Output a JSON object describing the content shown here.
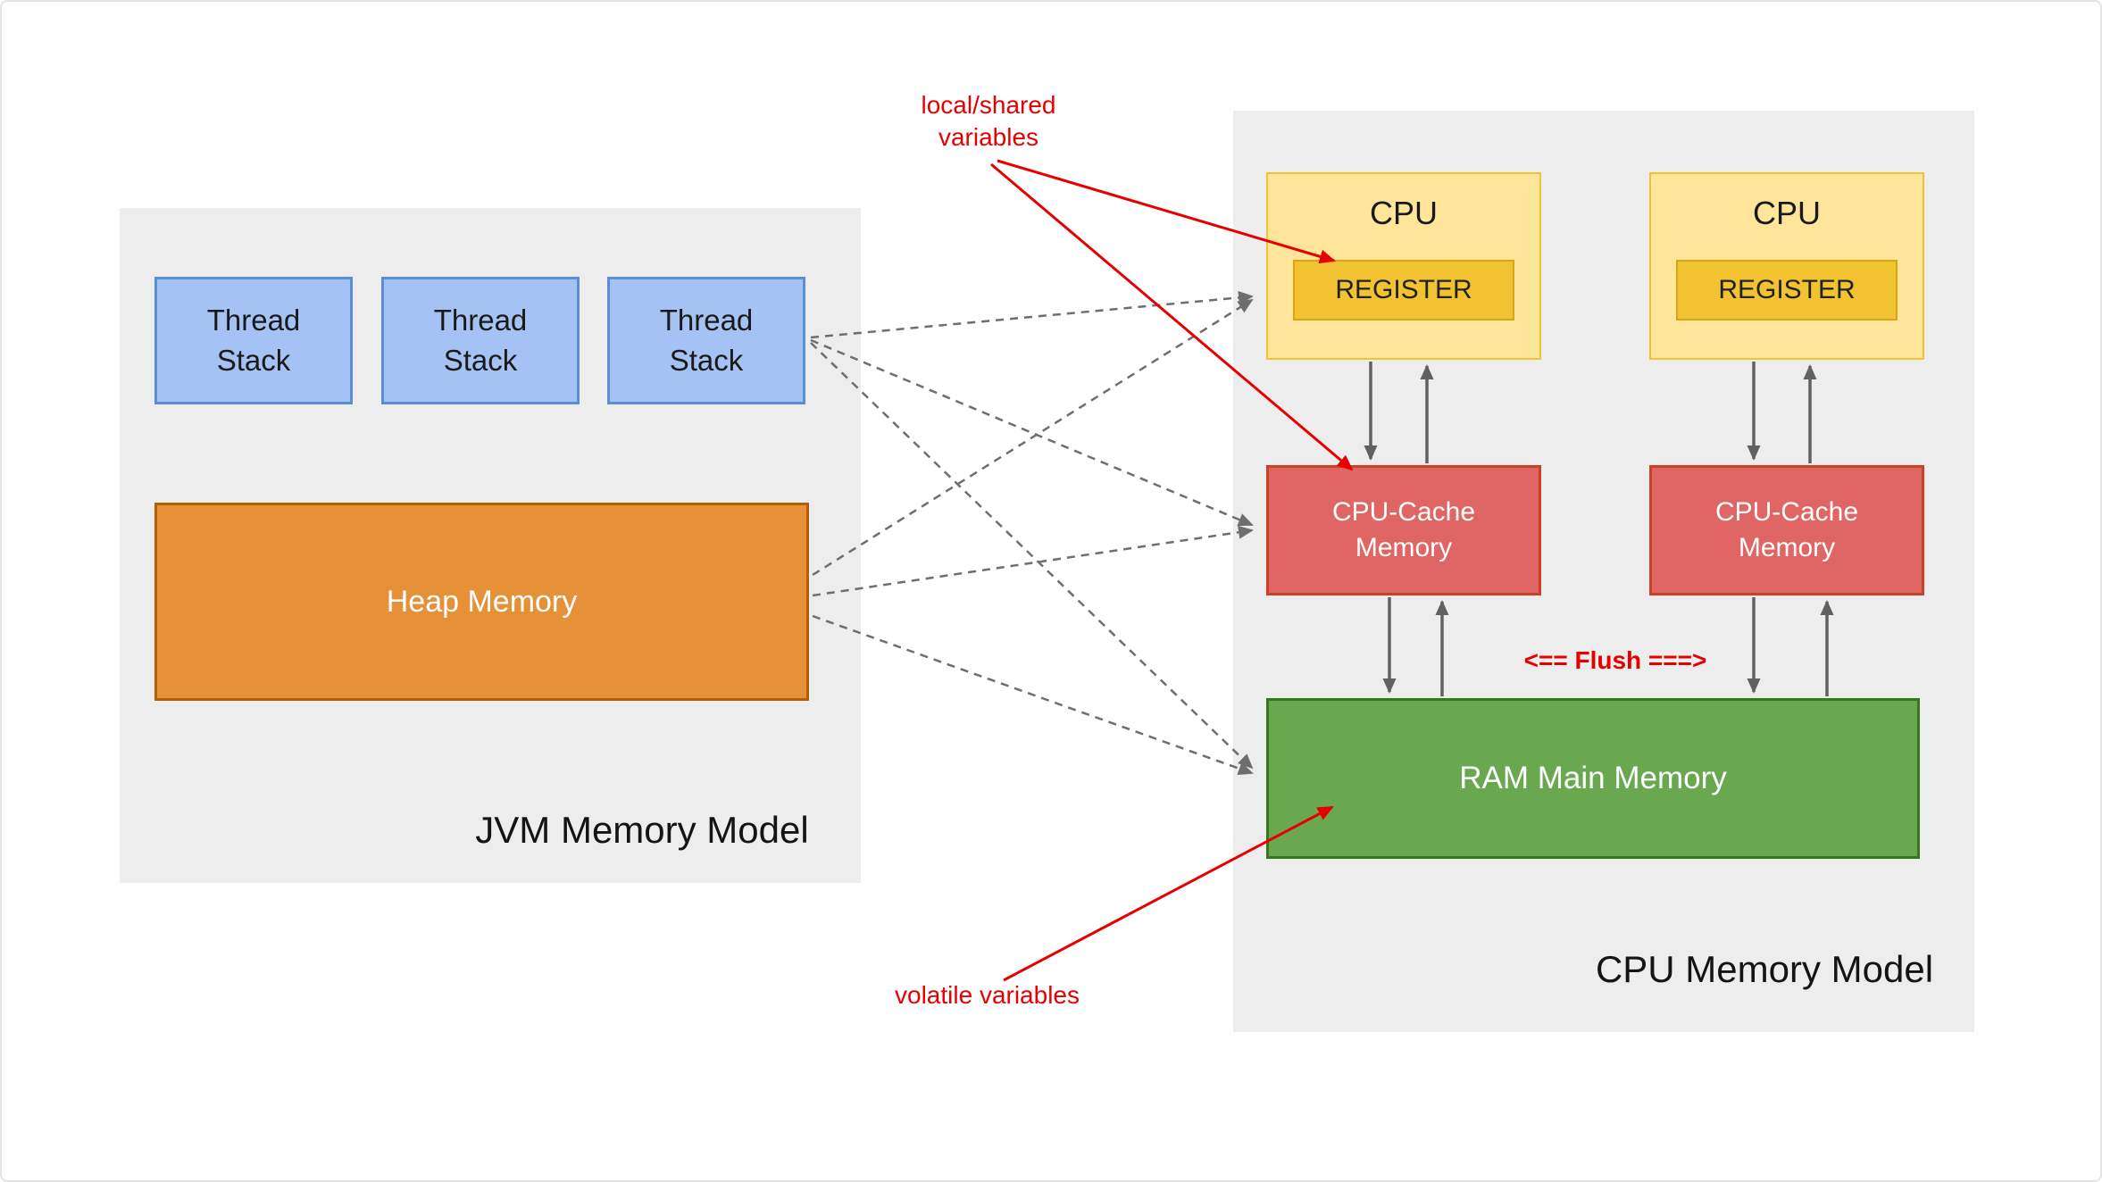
{
  "colors": {
    "panel_bg": "#ededed",
    "thread_stack_fill": "#a4c2f4",
    "thread_stack_border": "#5b8dd9",
    "heap_fill": "#e69138",
    "heap_border": "#b45f06",
    "cpu_fill": "#ffe599",
    "cpu_border": "#f1c232",
    "register_fill": "#f1c232",
    "cache_fill": "#e06666",
    "cache_border": "#cc4125",
    "ram_fill": "#6aa84f",
    "ram_border": "#38761d",
    "annotation_red": "#e60000",
    "arrow_gray": "#616161"
  },
  "jvm": {
    "title": "JVM Memory Model",
    "thread_stacks": [
      {
        "label": "Thread\nStack"
      },
      {
        "label": "Thread\nStack"
      },
      {
        "label": "Thread\nStack"
      }
    ],
    "heap_label": "Heap Memory"
  },
  "cpu": {
    "title": "CPU Memory Model",
    "units": [
      {
        "cpu_label": "CPU",
        "register_label": "REGISTER",
        "cache_label": "CPU-Cache\nMemory"
      },
      {
        "cpu_label": "CPU",
        "register_label": "REGISTER",
        "cache_label": "CPU-Cache\nMemory"
      }
    ],
    "ram_label": "RAM Main Memory",
    "flush_label": "<== Flush ===>"
  },
  "annotations": {
    "local_shared": "local/shared\nvariables",
    "volatile": "volatile variables"
  }
}
